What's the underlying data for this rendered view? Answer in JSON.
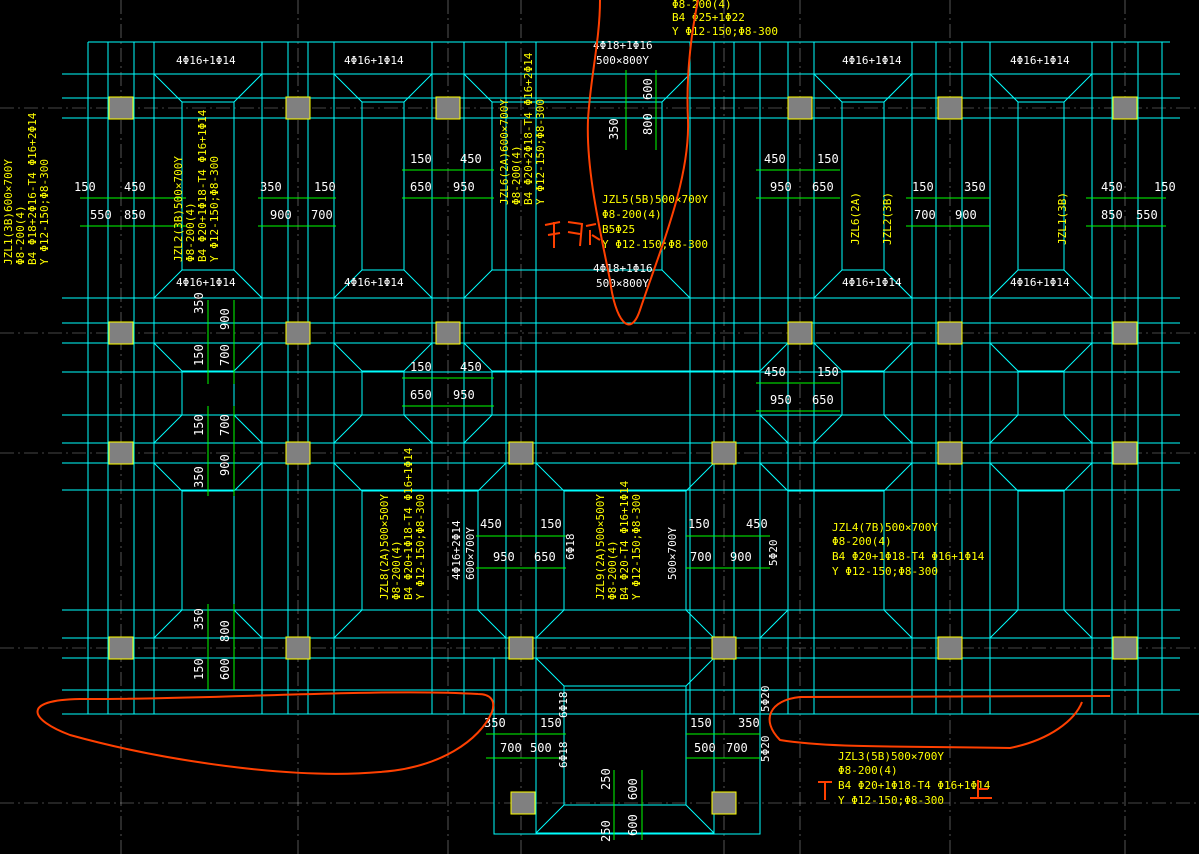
{
  "colors": {
    "background": "#000000",
    "beam": "#00ffff",
    "text": "#ffffff",
    "annotation": "#ffff00",
    "dimension": "#00ff00",
    "markup": "#ff4000",
    "column": "#808080"
  },
  "top_labels": [
    "4Φ16+1Φ14",
    "4Φ16+1Φ14",
    "4Φ16+1Φ14",
    "4Φ16+1Φ14"
  ],
  "mid_labels": [
    "4Φ16+1Φ14",
    "4Φ16+1Φ14",
    "4Φ16+1Φ14",
    "4Φ16+1Φ14"
  ],
  "notes": {
    "top_frag": [
      "Φ8-200(4)",
      "B4 Φ25+1Φ22",
      "Y Φ12-150;Φ8-300"
    ],
    "center_top_a": "4Φ18+1Φ16",
    "center_top_b": "500×800Y",
    "jzl5": [
      "JZL5(5B)500×700Y",
      "Φ8-200(4)",
      "B5Φ25",
      "Y Φ12-150;Φ8-300"
    ],
    "center_mid_a": "4Φ18+1Φ16",
    "center_mid_b": "500×800Y",
    "jzl1_left": [
      "JZL1(3B)600×700Y",
      "Φ8-200(4)",
      "B4 Φ18+2Φ16-T4 Φ16+2Φ14",
      "Y Φ12-150;Φ8-300"
    ],
    "jzl2_left": [
      "JZL2(3B)500×700Y",
      "Φ8-200(4)",
      "B4 Φ20+1Φ18-T4 Φ16+1Φ14",
      "Y Φ12-150;Φ8-300"
    ],
    "jzl6_left": [
      "JZL6(2A)600×700Y",
      "Φ8-200(4)",
      "B4 Φ20+2Φ18-T4 Φ16+2Φ14",
      "Y Φ12-150;Φ8-300"
    ],
    "jzl6_right": "JZL6(2A)",
    "jzl2_right": "JZL2(3B)",
    "jzl1_right": "JZL1(3B)",
    "jzl8": [
      "JZL8(2A)500×500Y",
      "Φ8-200(4)",
      "B4 Φ20+1Φ18-T4 Φ16+1Φ14",
      "Y Φ12-150;Φ8-300"
    ],
    "jzl8_side": [
      "4Φ16+2Φ14",
      "600×700Y"
    ],
    "jzl9": [
      "JZL9(2A)500×500Y",
      "Φ8-200(4)",
      "B4 Φ20-T4 Φ16+1Φ14",
      "Y Φ12-150;Φ8-300"
    ],
    "jzl9_side": "500×700Y",
    "jzl4": [
      "JZL4(7B)500×700Y",
      "Φ8-200(4)",
      "B4 Φ20+1Φ18-T4 Φ16+1Φ14",
      "Y Φ12-150;Φ8-300"
    ],
    "jzl3": [
      "JZL3(5B)500×700Y",
      "Φ8-200(4)",
      "B4 Φ20+1Φ18-T4 Φ16+1Φ14",
      "Y Φ12-150;Φ8-300"
    ],
    "v618_a": "6Φ18",
    "v618_b": "6Φ18",
    "v618_c": "6Φ18",
    "v520_a": "5Φ20",
    "v520_b": "5Φ20",
    "v520_c": "5Φ20"
  },
  "dims": {
    "a150": "150",
    "a450": "450",
    "a550": "550",
    "a850": "850",
    "b350": "350",
    "b150": "150",
    "b900": "900",
    "b700": "700",
    "c150": "150",
    "c450": "450",
    "c650": "650",
    "c950": "950",
    "d450": "450",
    "d150": "150",
    "d950": "950",
    "d650": "650",
    "e150": "150",
    "e350": "350",
    "e700": "700",
    "e900": "900",
    "f450": "450",
    "f150": "150",
    "f850": "850",
    "f550": "550",
    "v350": "350",
    "v800": "800",
    "v600": "600",
    "g350": "350",
    "g900": "900",
    "g150": "150",
    "g700": "700",
    "h150": "150",
    "h700": "700",
    "h350": "350",
    "h900": "900",
    "i150": "150",
    "i450": "450",
    "i650": "650",
    "i950": "950",
    "j450": "450",
    "j150": "150",
    "j950": "950",
    "j650": "650",
    "k450": "450",
    "k150": "150",
    "k950": "950",
    "k650": "650",
    "l150": "150",
    "l450": "450",
    "l700": "700",
    "l900": "900",
    "m350": "350",
    "m800": "800",
    "m150": "150",
    "m600": "600",
    "n350": "350",
    "n150": "150",
    "n700": "700",
    "n500": "500",
    "o150": "150",
    "o350": "350",
    "o500": "500",
    "o700": "700",
    "p250": "250",
    "p600": "600",
    "p250b": "250",
    "p600b": "600"
  },
  "markup": {
    "left_char": "部",
    "right_left_char": "下",
    "right_right_char": "上"
  }
}
